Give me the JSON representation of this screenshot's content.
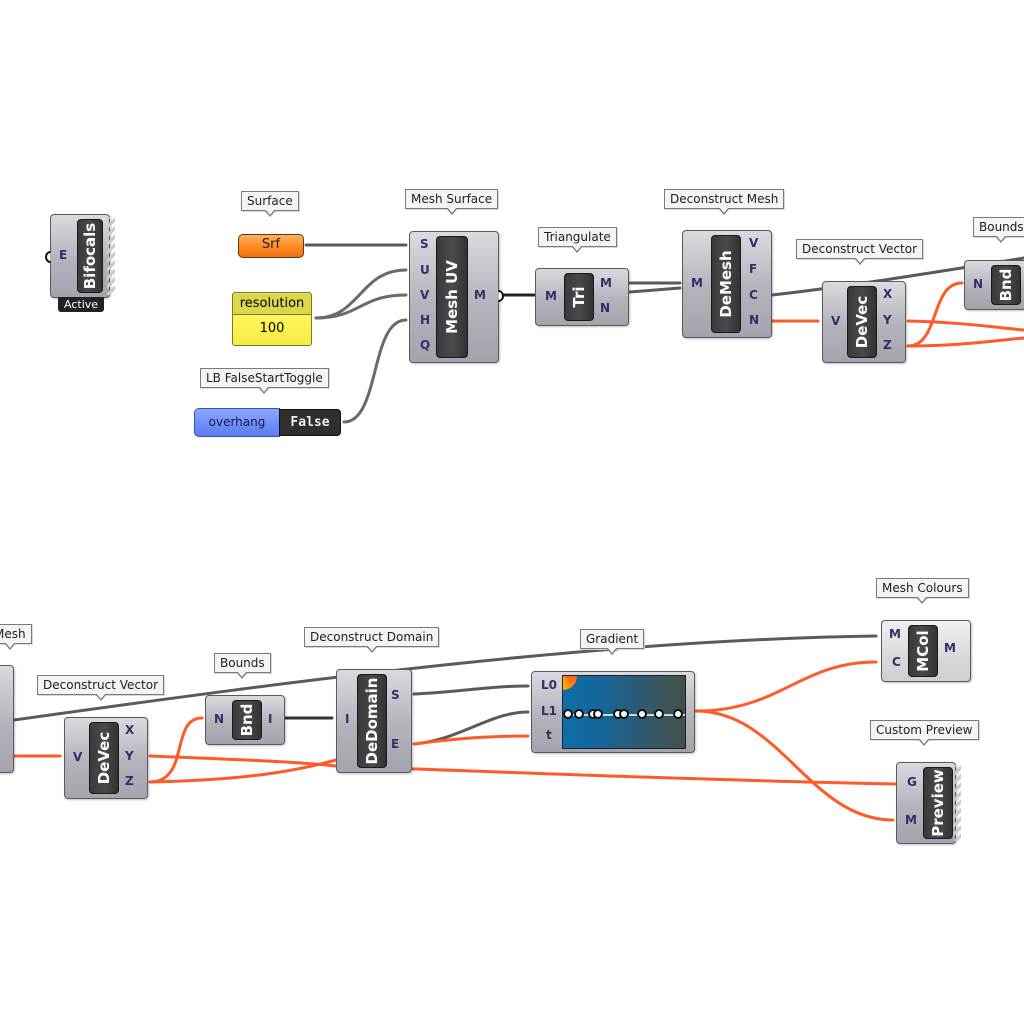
{
  "canvas": {
    "wire_colors": {
      "default": "#5a5a5a",
      "selected": "#ff5a2a"
    }
  },
  "bifocals": {
    "label": "Bifocals",
    "input": "E",
    "status": "Active"
  },
  "surface": {
    "tag": "Surface",
    "label": "Srf"
  },
  "resolution": {
    "name": "resolution",
    "value": "100"
  },
  "toggle": {
    "tag": "LB FalseStartToggle",
    "name": "overhang",
    "value": "False"
  },
  "mesh_surface": {
    "tag": "Mesh Surface",
    "label": "Mesh UV",
    "inputs": [
      "S",
      "U",
      "V",
      "H",
      "Q"
    ],
    "outputs": [
      "M"
    ]
  },
  "triangulate": {
    "tag": "Triangulate",
    "label": "Tri",
    "inputs": [
      "M"
    ],
    "outputs": [
      "M",
      "N"
    ]
  },
  "deconstruct_mesh": {
    "tag": "Deconstruct Mesh",
    "label": "DeMesh",
    "inputs": [
      "M"
    ],
    "outputs": [
      "V",
      "F",
      "C",
      "N"
    ]
  },
  "deconstruct_vector_top": {
    "tag": "Deconstruct Vector",
    "label": "DeVec",
    "inputs": [
      "V"
    ],
    "outputs": [
      "X",
      "Y",
      "Z"
    ]
  },
  "bounds_top": {
    "tag": "Bounds",
    "label": "Bnd",
    "inputs": [
      "N"
    ]
  },
  "mesh_partial": {
    "tag": "Mesh"
  },
  "deconstruct_vector_bottom": {
    "tag": "Deconstruct Vector",
    "label": "DeVec",
    "inputs": [
      "V"
    ],
    "outputs": [
      "X",
      "Y",
      "Z"
    ]
  },
  "bounds_bottom": {
    "tag": "Bounds",
    "label": "Bnd",
    "inputs": [
      "N"
    ],
    "outputs": [
      "I"
    ]
  },
  "deconstruct_domain": {
    "tag": "Deconstruct Domain",
    "label": "DeDomain",
    "inputs": [
      "I"
    ],
    "outputs": [
      "S",
      "E"
    ]
  },
  "gradient": {
    "tag": "Gradient",
    "inputs": [
      "L0",
      "L1",
      "t"
    ],
    "grip_positions": [
      0.0,
      0.1,
      0.22,
      0.27,
      0.45,
      0.5,
      0.66,
      0.81,
      0.98
    ]
  },
  "mesh_colours": {
    "tag": "Mesh Colours",
    "label": "MCol",
    "inputs": [
      "M",
      "C"
    ],
    "outputs": [
      "M"
    ]
  },
  "custom_preview": {
    "tag": "Custom Preview",
    "label": "Preview",
    "inputs": [
      "G",
      "M"
    ]
  }
}
